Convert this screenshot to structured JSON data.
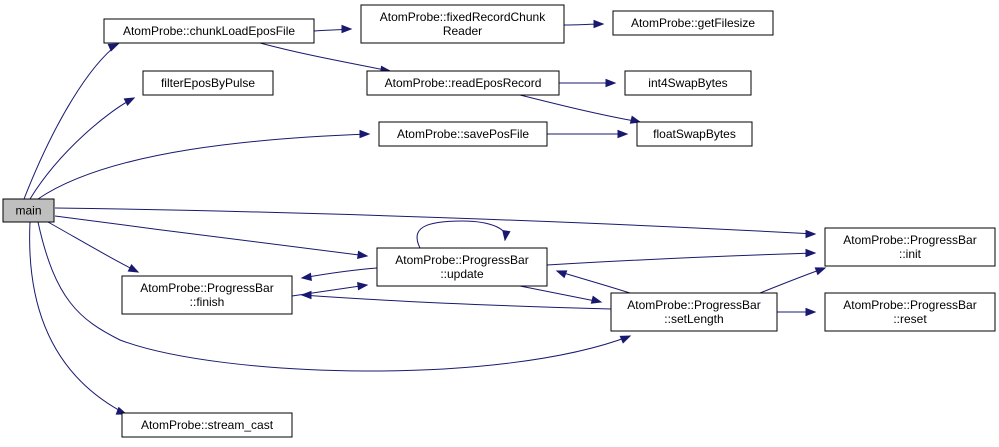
{
  "colors": {
    "edge": "#191970",
    "root_fill": "#bfbfbf",
    "node_fill": "#ffffff",
    "border": "#000000"
  },
  "nodes": {
    "main": {
      "lines": [
        "main"
      ]
    },
    "chunk": {
      "lines": [
        "AtomProbe::chunkLoadEposFile"
      ]
    },
    "fixed": {
      "lines": [
        "AtomProbe::fixedRecordChunk",
        "Reader"
      ]
    },
    "getfs": {
      "lines": [
        "AtomProbe::getFilesize"
      ]
    },
    "filter": {
      "lines": [
        "filterEposByPulse"
      ]
    },
    "readrec": {
      "lines": [
        "AtomProbe::readEposRecord"
      ]
    },
    "int4": {
      "lines": [
        "int4SwapBytes"
      ]
    },
    "savepos": {
      "lines": [
        "AtomProbe::savePosFile"
      ]
    },
    "floatsw": {
      "lines": [
        "floatSwapBytes"
      ]
    },
    "pbinit": {
      "lines": [
        "AtomProbe::ProgressBar",
        "::init"
      ]
    },
    "pbupdate": {
      "lines": [
        "AtomProbe::ProgressBar",
        "::update"
      ]
    },
    "pbfinish": {
      "lines": [
        "AtomProbe::ProgressBar",
        "::finish"
      ]
    },
    "pbsetlen": {
      "lines": [
        "AtomProbe::ProgressBar",
        "::setLength"
      ]
    },
    "pbreset": {
      "lines": [
        "AtomProbe::ProgressBar",
        "::reset"
      ]
    },
    "streamcast": {
      "lines": [
        "AtomProbe::stream_cast"
      ]
    }
  },
  "edges": [
    [
      "main",
      "chunk"
    ],
    [
      "main",
      "filter"
    ],
    [
      "main",
      "savepos"
    ],
    [
      "main",
      "pbinit"
    ],
    [
      "main",
      "pbupdate"
    ],
    [
      "main",
      "pbfinish"
    ],
    [
      "main",
      "pbsetlen"
    ],
    [
      "main",
      "streamcast"
    ],
    [
      "chunk",
      "fixed"
    ],
    [
      "chunk",
      "readrec"
    ],
    [
      "fixed",
      "getfs"
    ],
    [
      "readrec",
      "int4"
    ],
    [
      "readrec",
      "floatsw"
    ],
    [
      "savepos",
      "floatsw"
    ],
    [
      "pbupdate",
      "pbupdate"
    ],
    [
      "pbupdate",
      "pbinit"
    ],
    [
      "pbupdate",
      "pbfinish"
    ],
    [
      "pbupdate",
      "pbsetlen"
    ],
    [
      "pbfinish",
      "pbupdate"
    ],
    [
      "pbsetlen",
      "pbinit"
    ],
    [
      "pbsetlen",
      "pbfinish"
    ],
    [
      "pbsetlen",
      "pbupdate"
    ],
    [
      "pbsetlen",
      "pbreset"
    ]
  ]
}
